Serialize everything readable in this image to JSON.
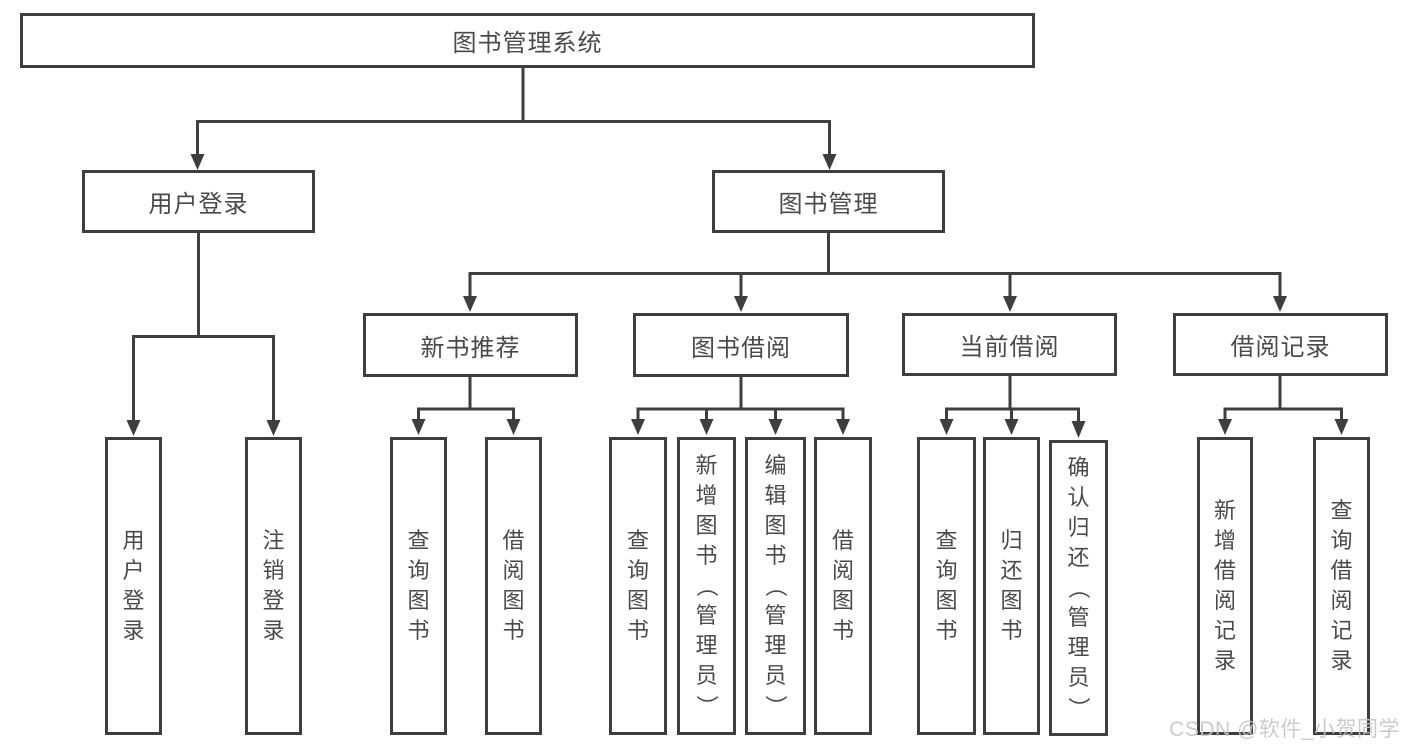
{
  "title": "图书管理系统",
  "watermark": "CSDN @软件_小贺同学",
  "colors": {
    "line": "#3e3e3e",
    "box_border": "#3e3e3e",
    "text": "#4a4a4a",
    "background": "#ffffff",
    "watermark": "#c6c6c6"
  },
  "nodes": {
    "root": {
      "label": "图书管理系统"
    },
    "user_login": {
      "label": "用户登录"
    },
    "book_mgmt": {
      "label": "图书管理"
    },
    "new_book_rec": {
      "label": "新书推荐"
    },
    "book_borrow": {
      "label": "图书借阅"
    },
    "current_borrow": {
      "label": "当前借阅"
    },
    "borrow_record": {
      "label": "借阅记录"
    },
    "leaf_user_login": {
      "label": "用户登录"
    },
    "leaf_logout": {
      "label": "注销登录"
    },
    "leaf_query_book_1": {
      "label": "查询图书"
    },
    "leaf_borrow_book_1": {
      "label": "借阅图书"
    },
    "leaf_query_book_2": {
      "label": "查询图书"
    },
    "leaf_add_book": {
      "label": "新增图书（管理员）"
    },
    "leaf_edit_book": {
      "label": "编辑图书（管理员）"
    },
    "leaf_borrow_book_2": {
      "label": "借阅图书"
    },
    "leaf_query_book_3": {
      "label": "查询图书"
    },
    "leaf_return_book": {
      "label": "归还图书"
    },
    "leaf_confirm_return": {
      "label": "确认归还（管理员）"
    },
    "leaf_add_record": {
      "label": "新增借阅记录"
    },
    "leaf_query_record": {
      "label": "查询借阅记录"
    }
  },
  "hierarchy": {
    "root": "图书管理系统",
    "children": [
      {
        "label": "用户登录",
        "children": [
          "用户登录",
          "注销登录"
        ]
      },
      {
        "label": "图书管理",
        "children": [
          {
            "label": "新书推荐",
            "children": [
              "查询图书",
              "借阅图书"
            ]
          },
          {
            "label": "图书借阅",
            "children": [
              "查询图书",
              "新增图书（管理员）",
              "编辑图书（管理员）",
              "借阅图书"
            ]
          },
          {
            "label": "当前借阅",
            "children": [
              "查询图书",
              "归还图书",
              "确认归还（管理员）"
            ]
          },
          {
            "label": "借阅记录",
            "children": [
              "新增借阅记录",
              "查询借阅记录"
            ]
          }
        ]
      }
    ]
  }
}
